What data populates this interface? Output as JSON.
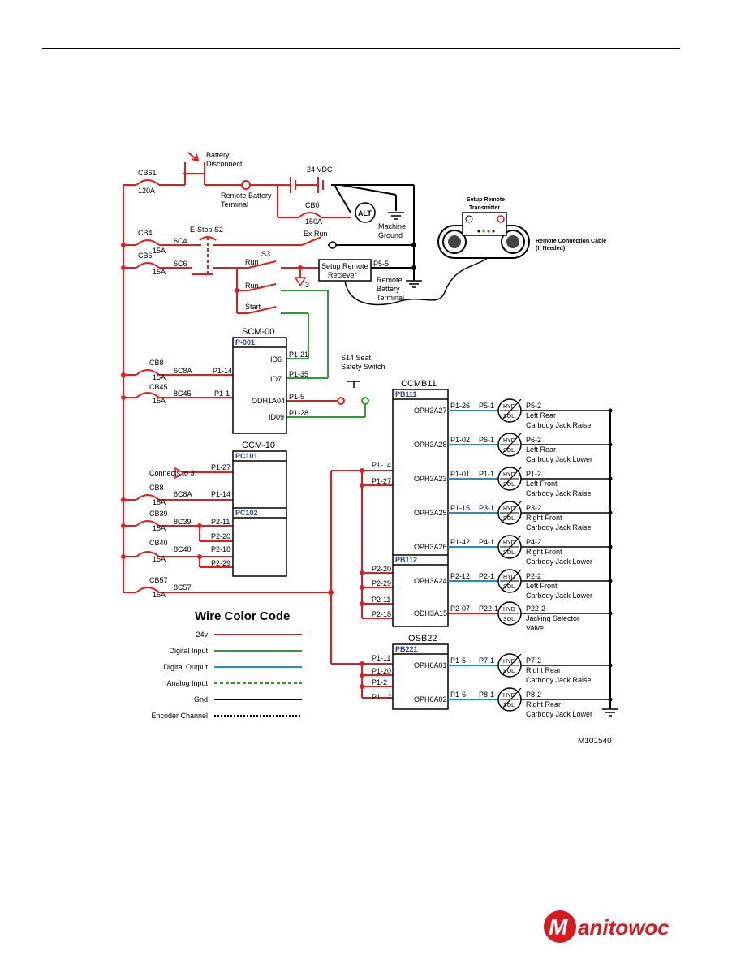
{
  "page": {
    "figure_id": "M101540"
  },
  "top_labels": {
    "battery_disconnect": [
      "Battery",
      "Disconnect"
    ],
    "vdc": "24 VDC",
    "cb61": "CB61",
    "cb61_a": "120A",
    "remote_battery_terminal": [
      "Remote Battery",
      "Terminal"
    ],
    "cb0": "CB0",
    "cb0_a": "150A",
    "alt": "ALT",
    "machine_ground": [
      "Machine",
      "Ground"
    ],
    "cb4": "CB4",
    "cb4_a": "15A",
    "w6c4": "6C4",
    "estop": "E-Stop S2",
    "ex_run": "Ex Run",
    "cb6": "CB6",
    "cb6_a": "15A",
    "w6c6": "6C6",
    "s3": "S3",
    "run1": "Run",
    "run2": "Run",
    "start": "Start",
    "tri3": "3",
    "setup_receiver": [
      "Setup Remote",
      "Reciever"
    ],
    "p55": "P5-5",
    "remote_battery_terminal2": [
      "Remote",
      "Battery",
      "Terminal"
    ],
    "setup_transmitter": [
      "Setup Remote",
      "Transmitter"
    ],
    "remote_cable": [
      "Remote Connection Cable",
      "(If Needed)"
    ]
  },
  "scm": {
    "title": "SCM-00",
    "header": "P-001",
    "pins": [
      "ID6",
      "ID7",
      "ODH1A04",
      "ID09"
    ],
    "wires": [
      "P1-21",
      "P1-35",
      "P1-5",
      "P1-28"
    ]
  },
  "seat_switch": [
    "S14 Seat",
    "Safety Switch"
  ],
  "cb8a": {
    "cb": "CB8",
    "amp": "15A",
    "wire": "6C8A",
    "pin": "P1-14"
  },
  "cb45": {
    "cb": "CB45",
    "amp": "15A",
    "wire": "8C45",
    "pin": "P1-1"
  },
  "ccm": {
    "title": "CCM-10",
    "header1": "PC101",
    "header2": "PC102",
    "connects_to": "Connects to 3",
    "p127": "P1-27",
    "cb8": "CB8",
    "cb8_a": "15A",
    "w6c8a": "6C8A",
    "p114": "P1-14",
    "cb39": "CB39",
    "cb39_a": "15A",
    "w8c39": "8C39",
    "p211": "P2-11",
    "p220": "P2-20",
    "cb40": "CB40",
    "cb40_a": "15A",
    "w8c40": "8C40",
    "p218": "P2-18",
    "p229": "P2-29",
    "cb57": "CB57",
    "cb57_a": "15A",
    "w8c57": "8C57"
  },
  "ccmb": {
    "title": "CCMB11",
    "header1": "PB111",
    "header2": "PB112",
    "in_pins": [
      "P1-14",
      "P1-27"
    ],
    "in_pins2": [
      "P2-20",
      "P2-29",
      "P2-11",
      "P2-18"
    ]
  },
  "outputs": [
    {
      "port": "OPH3A27",
      "pin": "P1-26",
      "wire": "P5-1",
      "out": "P5-2",
      "label": [
        "Left Rear",
        "Carbody Jack Raise"
      ]
    },
    {
      "port": "OPH3A28",
      "pin": "P1-02",
      "wire": "P6-1",
      "out": "P6-2",
      "label": [
        "Left Rear",
        "Carbody Jack Lower"
      ]
    },
    {
      "port": "OPH3A23",
      "pin": "P1-01",
      "wire": "P1-1",
      "out": "P1-2",
      "label": [
        "Left Front",
        "Carbody Jack Raise"
      ]
    },
    {
      "port": "OPH3A25",
      "pin": "P1-15",
      "wire": "P3-1",
      "out": "P3-2",
      "label": [
        "Right Front",
        "Carbody Jack Raise"
      ]
    },
    {
      "port": "OPH3A26",
      "pin": "P1-42",
      "wire": "P4-1",
      "out": "P4-2",
      "label": [
        "Right Front",
        "Carbody Jack Lower"
      ]
    },
    {
      "port": "OPH3A24",
      "pin": "P2-12",
      "wire": "P2-1",
      "out": "P2-2",
      "label": [
        "Left Front",
        "Carbody Jack Lower"
      ]
    },
    {
      "port": "ODH3A15",
      "pin": "P2-07",
      "wire": "P22-1",
      "out": "P22-2",
      "label": [
        "Jacking Selector",
        "Valve"
      ]
    }
  ],
  "iosb": {
    "title": "IOSB22",
    "header": "PB221",
    "in_pins": [
      "P1-11",
      "P1-20",
      "P1-2",
      "P1-12"
    ]
  },
  "iosb_outputs": [
    {
      "port": "OPH6A01",
      "pin": "P1-5",
      "wire": "P7-1",
      "out": "P7-2",
      "label": [
        "Right Rear",
        "Carbody Jack Raise"
      ]
    },
    {
      "port": "OPH6A02",
      "pin": "P1-6",
      "wire": "P8-1",
      "out": "P8-2",
      "label": [
        "Right Rear",
        "Carbody Jack Lower"
      ]
    }
  ],
  "sol": {
    "hyd": "HYD",
    "sol": "SOL"
  },
  "legend": {
    "title": "Wire Color Code",
    "items": [
      {
        "label": "24v",
        "color": "#e8191f",
        "dash": ""
      },
      {
        "label": "Digital Input",
        "color": "#2aa02a",
        "dash": ""
      },
      {
        "label": "Digital Output",
        "color": "#1c8fd0",
        "dash": ""
      },
      {
        "label": "Analog Input",
        "color": "#2aa02a",
        "dash": "4,3"
      },
      {
        "label": "Gnd",
        "color": "#000000",
        "dash": ""
      },
      {
        "label": "Encoder Channel",
        "color": "#000000",
        "dash": "2,2"
      }
    ]
  },
  "brand": {
    "name": "Manitowoc",
    "color": "#d71920"
  }
}
